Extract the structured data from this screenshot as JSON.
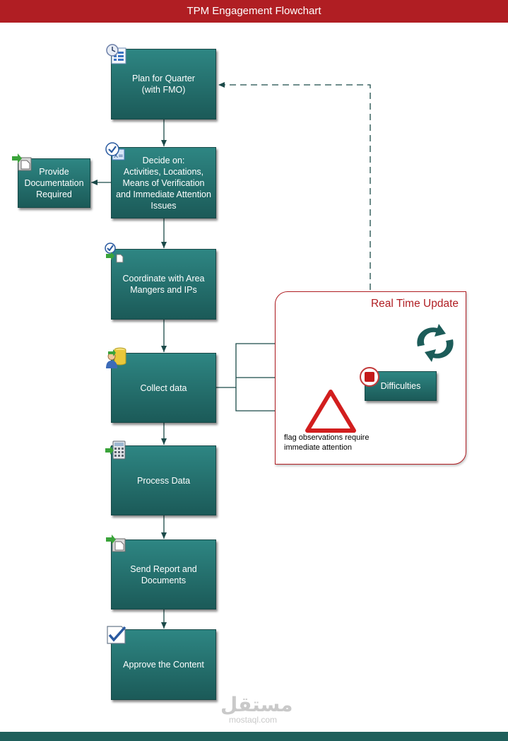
{
  "title": "TPM Engagement Flowchart",
  "steps": [
    {
      "label": "Plan for Quarter\n(with FMO)",
      "icon": "calendar-icon"
    },
    {
      "label": "Decide on:\nActivities, Locations,\nMeans of Verification\nand Immediate Attention\nIssues",
      "icon": "checklist-icon"
    },
    {
      "label": "Coordinate with Area\nMangers and IPs",
      "icon": "approve-document-icon"
    },
    {
      "label": "Collect data",
      "icon": "user-database-icon"
    },
    {
      "label": "Process Data",
      "icon": "calculator-icon"
    },
    {
      "label": "Send Report and\nDocuments",
      "icon": "send-document-icon"
    },
    {
      "label": "Approve the Content",
      "icon": "checkbox-icon"
    }
  ],
  "side_step": {
    "label": "Provide\nDocumentation\nRequired",
    "icon": "send-document-icon"
  },
  "real_time_update": {
    "title": "Real Time Update",
    "difficulties_label": "Difficulties",
    "flag_caption": "flag observations require\nimmediate attention",
    "icons": [
      "refresh-icon",
      "stop-icon",
      "warning-icon"
    ]
  },
  "watermark": {
    "arabic": "مستقل",
    "latin": "mostaql.com"
  },
  "colors": {
    "header": "#b01e23",
    "box": "#236f6c",
    "footer": "#1f5f5b",
    "accent_red": "#b01e23"
  }
}
